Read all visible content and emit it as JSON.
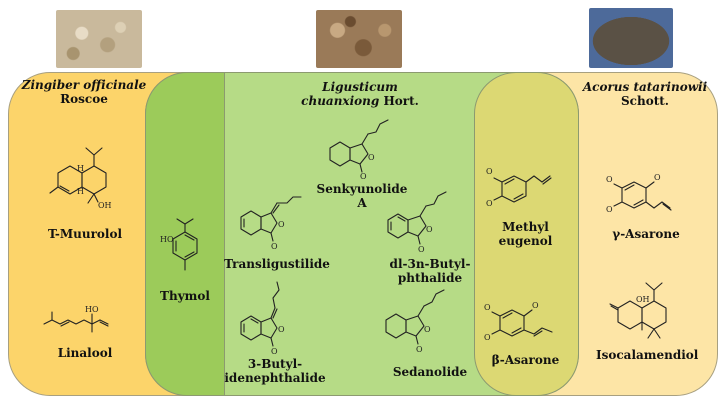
{
  "herbs": {
    "zingiber": {
      "name_italic": "Zingiber officinale",
      "name_rest": "Roscoe",
      "photo_color": "#c7b79a"
    },
    "ligusticum": {
      "name_italic_1": "Ligusticum",
      "name_italic_2": "chuanxiong",
      "name_rest": "Hort.",
      "photo_color": "#9c7a55"
    },
    "acorus": {
      "name_italic": "Acorus tatarinowii",
      "name_rest": "Schott.",
      "photo_color": "#5a5348"
    }
  },
  "regions": {
    "zingiber_only": "#fcd46a",
    "ligusticum_only": "#b6db86",
    "acorus_only": "#fde5a6",
    "overlap_left": "#9ccb5a",
    "overlap_right": "#dcd873"
  },
  "compounds": {
    "t_muurolol": "T-Muurolol",
    "linalool": "Linalool",
    "thymol": "Thymol",
    "senkyunolide_1": "Senkyunolide",
    "senkyunolide_2": "A",
    "transligustilide": "Transligustilide",
    "butylphthalide_1": "dl-3n-Butyl-",
    "butylphthalide_2": "phthalide",
    "butylidene_1": "3-Butyl-",
    "butylidene_2": "idenephthalide",
    "sedanolide": "Sedanolide",
    "methyl_eugenol": "Methyl eugenol",
    "beta_asarone": "β-Asarone",
    "gamma_asarone": "γ-Asarone",
    "isocalamendiol": "Isocalamendiol"
  },
  "atoms": {
    "hydroxyl": "OH",
    "ho": "HO",
    "oxygen": "O",
    "hydrogen": "H"
  }
}
